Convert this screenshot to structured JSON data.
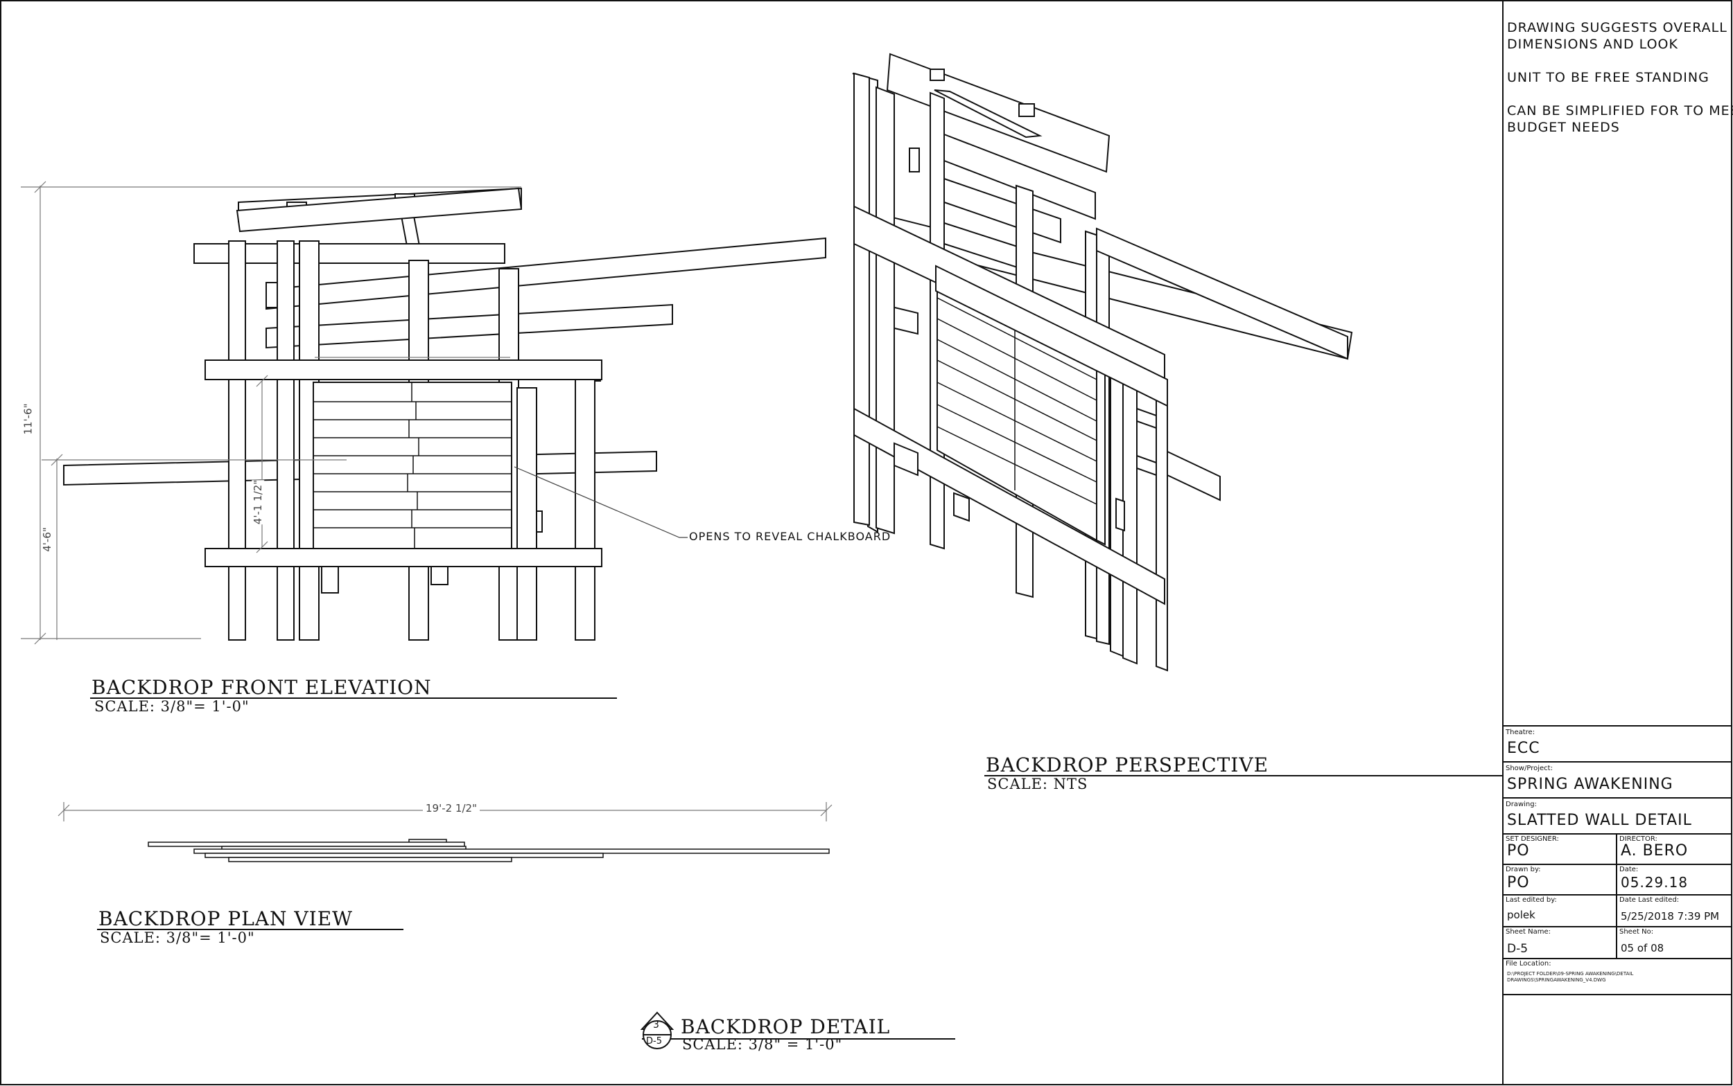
{
  "notes": {
    "line1": "DRAWING SUGGESTS OVERALL",
    "line2": "DIMENSIONS AND LOOK",
    "line3": "UNIT TO BE FREE STANDING",
    "line4": "CAN BE SIMPLIFIED FOR TO MEET",
    "line5": "BUDGET NEEDS"
  },
  "views": {
    "front_elevation": {
      "title": "BACKDROP FRONT ELEVATION",
      "scale": "SCALE: 3/8\"= 1'-0\""
    },
    "plan_view": {
      "title": "BACKDROP PLAN VIEW",
      "scale": "SCALE: 3/8\"= 1'-0\""
    },
    "perspective": {
      "title": "BACKDROP PERSPECTIVE",
      "scale": "SCALE: NTS"
    },
    "detail": {
      "title": "BACKDROP DETAIL",
      "scale": "SCALE: 3/8\" = 1'-0\"",
      "marker_top": "3",
      "marker_bottom": "D-5"
    }
  },
  "dimensions": {
    "overall_height": "11'-6\"",
    "lower_height": "4'-6\"",
    "panel_height": "4'-1 1/2\"",
    "overall_width": "19'-2 1/2\""
  },
  "callouts": {
    "chalkboard": "OPENS TO REVEAL CHALKBOARD"
  },
  "title_block": {
    "theatre_label": "Theatre:",
    "theatre": "ECC",
    "show_label": "Show/Project:",
    "show": "SPRING AWAKENING",
    "drawing_label": "Drawing:",
    "drawing": "SLATTED WALL DETAIL",
    "set_designer_label": "SET DESIGNER:",
    "set_designer": "PO",
    "director_label": "DIRECTOR:",
    "director": "A. BERO",
    "drawn_by_label": "Drawn by:",
    "drawn_by": "PO",
    "date_label": "Date:",
    "date": "05.29.18",
    "last_edited_by_label": "Last edited by:",
    "last_edited_by": "polek",
    "date_last_edited_label": "Date Last edited:",
    "date_last_edited": "5/25/2018 7:39 PM",
    "sheet_name_label": "Sheet Name:",
    "sheet_name": "D-5",
    "sheet_no_label": "Sheet No:",
    "sheet_no": "05 of 08",
    "file_location_label": "File Location:",
    "file_location": "D:\\PROJECT FOLDER\\09-SPRING AWAKENING\\DETAIL\nDRAWINGS\\SPRINGAWAKENING_V4.DWG"
  }
}
